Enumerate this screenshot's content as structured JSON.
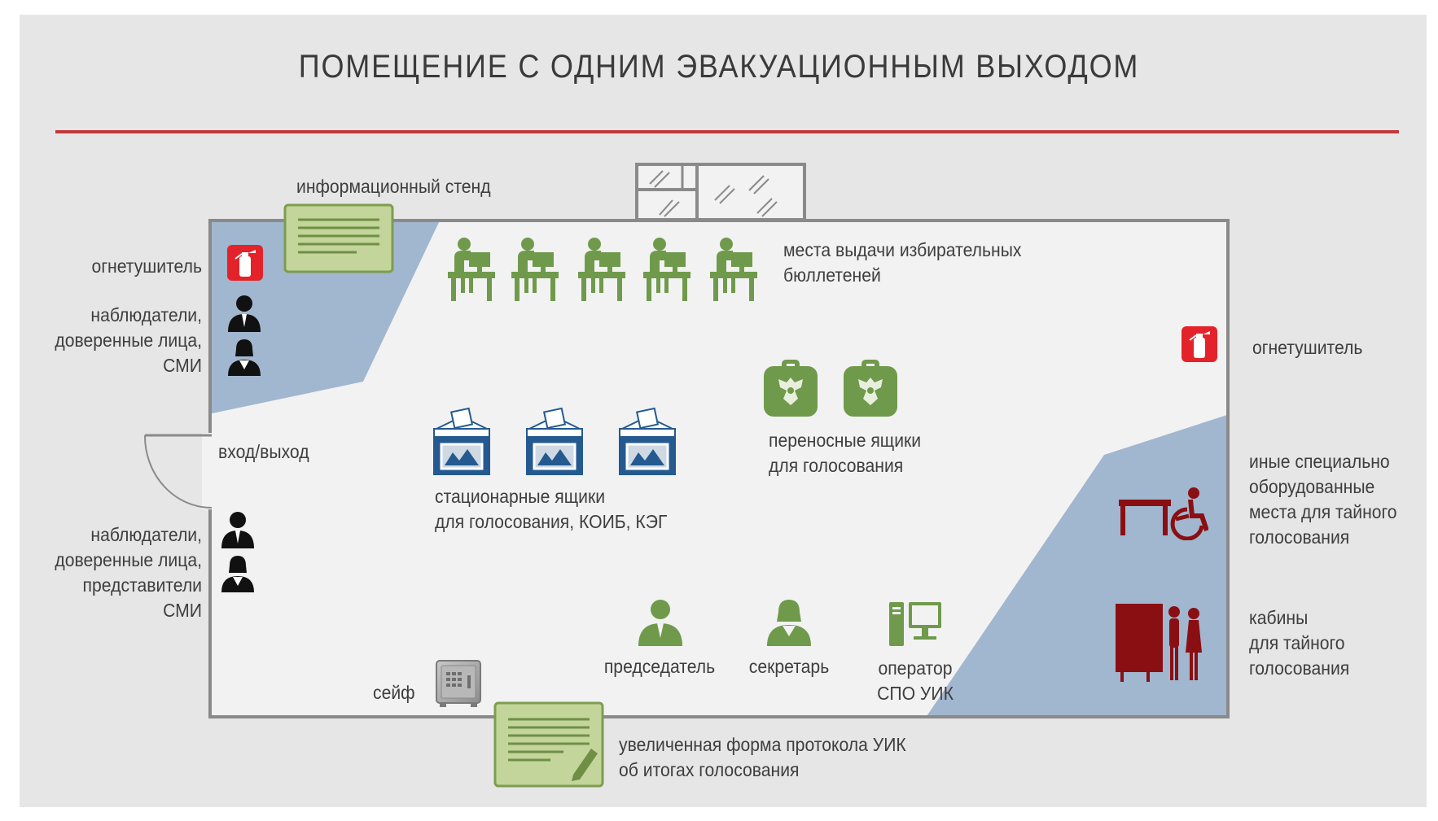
{
  "title": "ПОМЕЩЕНИЕ С ОДНИМ ЭВАКУАЦИОННЫМ ВЫХОДОМ",
  "colors": {
    "accent_line": "#c0393b",
    "zone_blue": "#a1b6cf",
    "green_icon": "#6f9a4b",
    "box_blue": "#245a8f",
    "red_icon": "#8a0f12",
    "extinguisher_red": "#e32329"
  },
  "labels": {
    "info_stand": "информационный стенд",
    "extinguisher_left": "огнетушитель",
    "observers_top": [
      "наблюдатели,",
      "доверенные лица,",
      "СМИ"
    ],
    "entrance": "вход/выход",
    "observers_bottom": [
      "наблюдатели,",
      "доверенные лица,",
      "представители",
      "СМИ"
    ],
    "safe": "сейф",
    "ballot_issue": [
      "места выдачи избирательных",
      "бюллетеней"
    ],
    "extinguisher_right": "огнетушитель",
    "portable_boxes": [
      "переносные ящики",
      "для голосования"
    ],
    "stationary_boxes": [
      "стационарные ящики",
      "для голосования, КОИБ, КЭГ"
    ],
    "other_places": [
      "иные специально",
      "оборудованные",
      "места для тайного",
      "голосования"
    ],
    "booths": [
      "кабины",
      "для тайного",
      "голосования"
    ],
    "chairman": "председатель",
    "secretary": "секретарь",
    "operator": [
      "оператор",
      "СПО УИК"
    ],
    "protocol": [
      "увеличенная форма протокола УИК",
      "об итогах голосования"
    ]
  },
  "icons": [
    "info-board-icon",
    "fire-extinguisher-icon",
    "person-male-icon",
    "person-female-icon",
    "desk-worker-icon",
    "ballot-box-icon",
    "portable-ballot-box-icon",
    "accessible-desk-icon",
    "voting-booth-icon",
    "safe-icon",
    "computer-icon",
    "protocol-board-icon",
    "window-icon"
  ]
}
